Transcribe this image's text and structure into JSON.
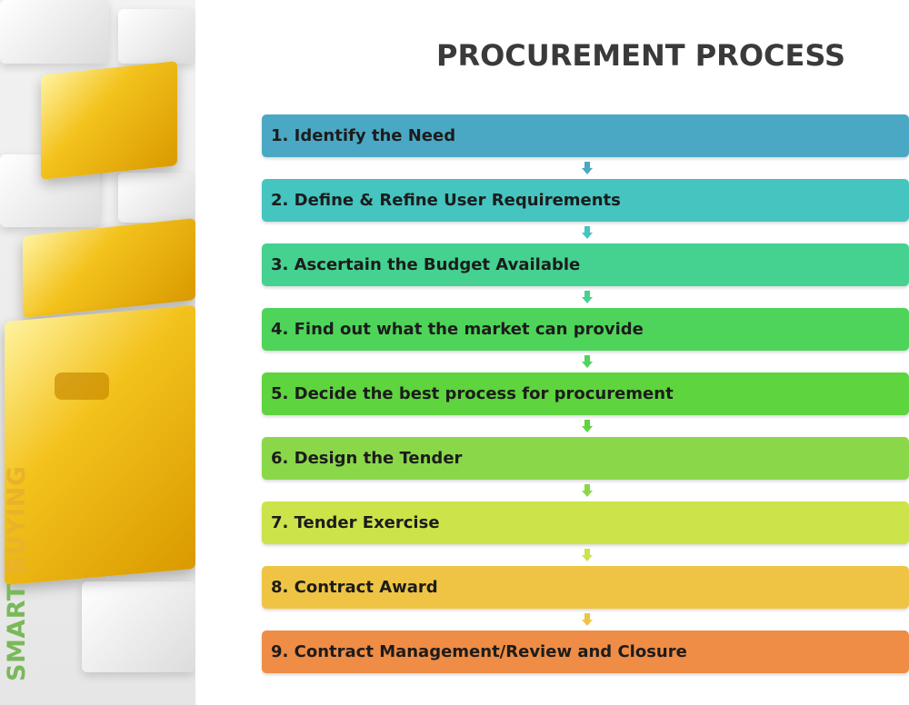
{
  "title": "PROCUREMENT PROCESS",
  "side_label": {
    "word1": "SMART",
    "word2": "BUYING"
  },
  "steps": [
    {
      "label": "1. Identify the Need",
      "color": "#4aa8c4"
    },
    {
      "label": "2. Define & Refine User Requirements",
      "color": "#45c4c0"
    },
    {
      "label": "3. Ascertain the Budget Available",
      "color": "#45d190"
    },
    {
      "label": "4. Find out what the market can provide",
      "color": "#4ed45a"
    },
    {
      "label": "5. Decide the best process for procurement",
      "color": "#5ed43e"
    },
    {
      "label": "6. Design the Tender",
      "color": "#8ad84a"
    },
    {
      "label": "7. Tender Exercise",
      "color": "#cce34a"
    },
    {
      "label": "8. Contract Award",
      "color": "#efc445"
    },
    {
      "label": "9. Contract Management/Review and Closure",
      "color": "#ef8c45"
    }
  ]
}
